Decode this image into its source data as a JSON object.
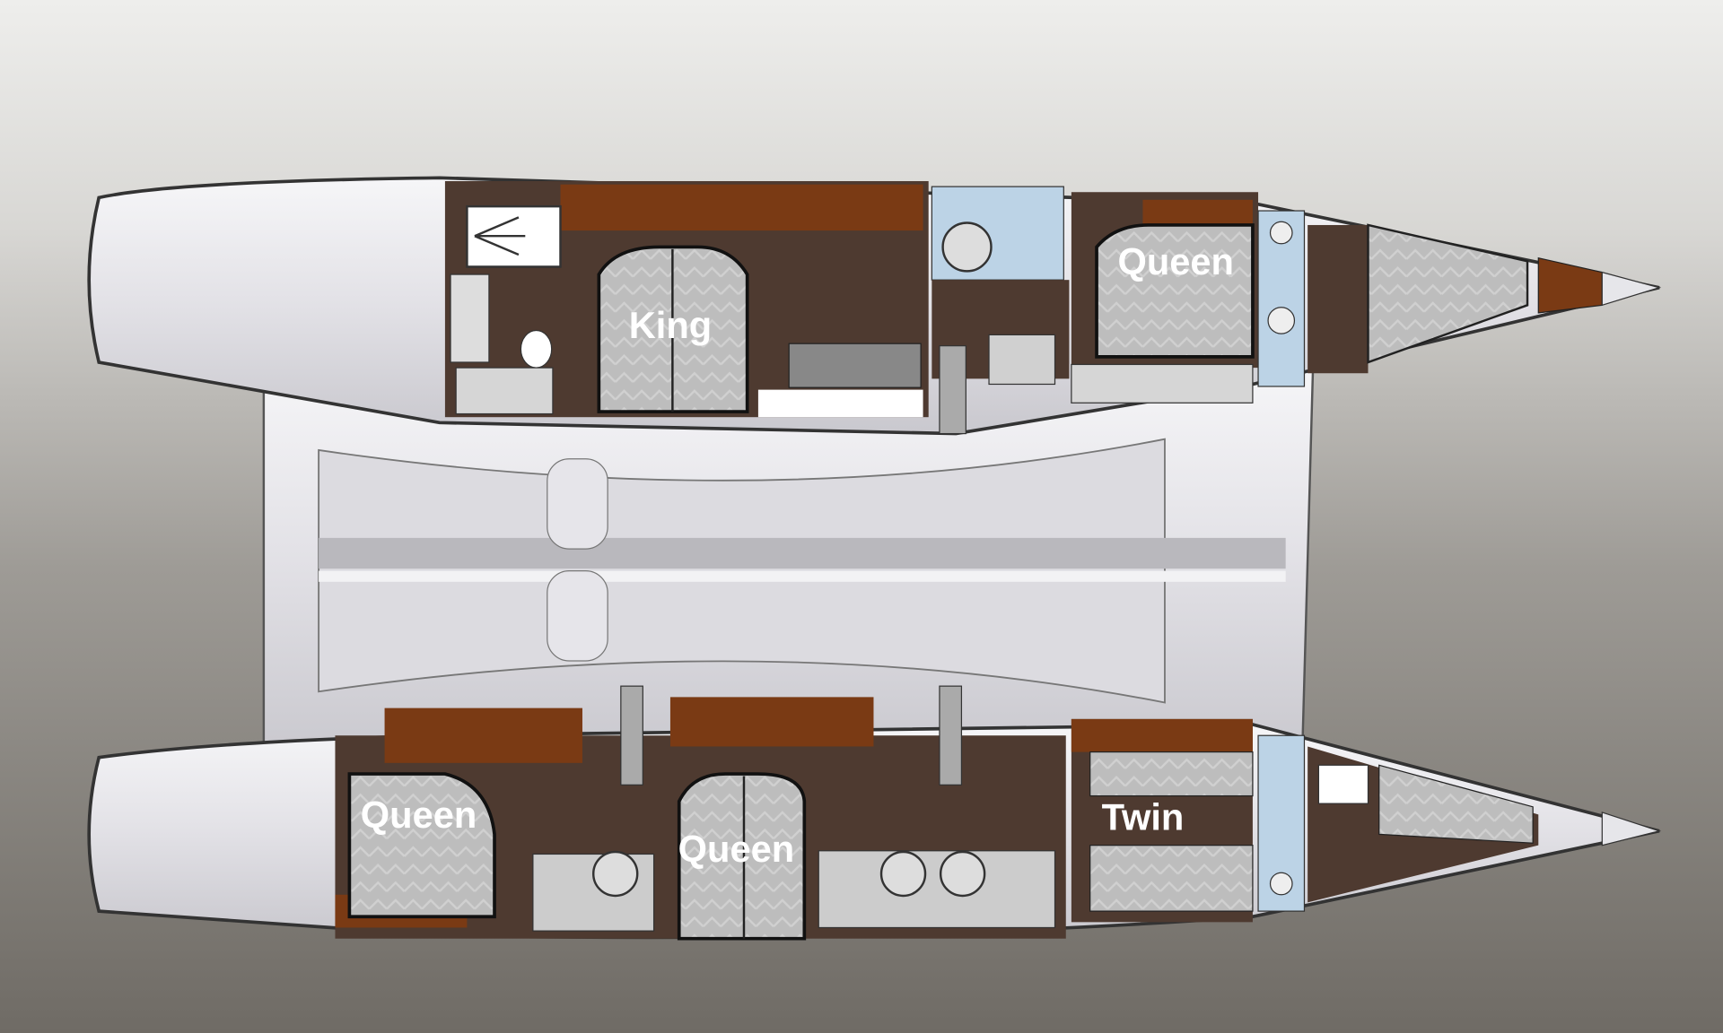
{
  "diagram": {
    "type": "catamaran-layout",
    "cabins": {
      "port_aft": "King",
      "port_fwd": "Queen",
      "stbd_aft": "Queen",
      "stbd_mid": "Queen",
      "stbd_fwd": "Twin"
    },
    "colors": {
      "hull": "#e9e8ec",
      "wood_dark": "#4e3a30",
      "wood_light": "#7a3a14",
      "berth": "#bdbdbd",
      "head": "#bcd3e6"
    }
  }
}
